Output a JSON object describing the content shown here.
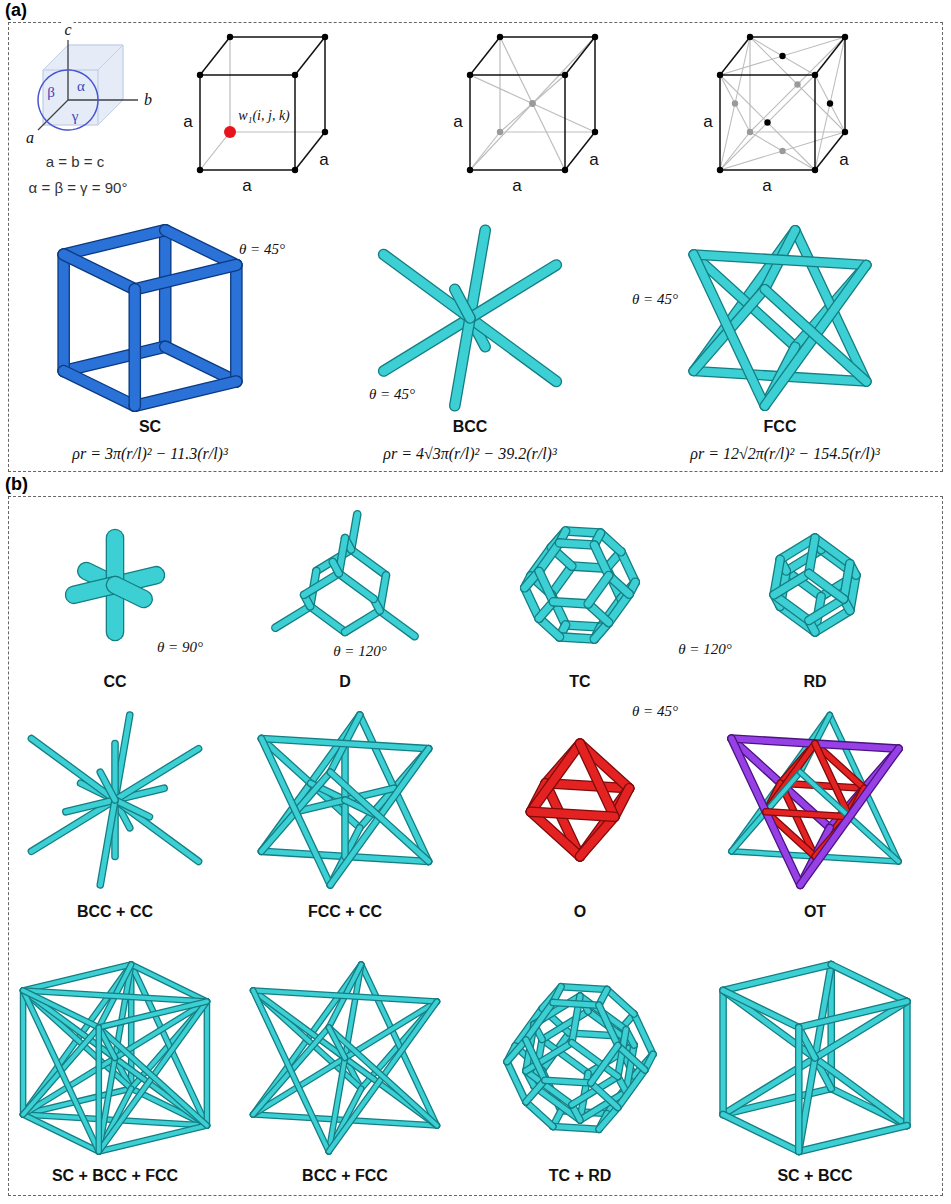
{
  "diagram": {
    "nodes": [
      {
        "text": [
          "(a)"
        ]
      },
      {
        "text": [
          "(b)"
        ]
      }
    ],
    "labels": [
      "c",
      "b",
      "a",
      "β",
      "α",
      "γ",
      "a = b = c",
      "α = β = γ = 90°",
      "a",
      "w₁(i, j, k)",
      "a",
      "a",
      "a",
      "a",
      "a",
      "a",
      "a",
      "a",
      "θ = 45°",
      "θ = 45°",
      "θ = 45°",
      "SC",
      "BCC",
      "FCC",
      "ρr = 3π(r/l)² − 11.3(r/l)³",
      "ρr = 4√3π(r/l)² − 39.2(r/l)³",
      "ρr = 12√2π(r/l)² − 154.5(r/l)³",
      "θ = 90°",
      "CC",
      "θ = 120°",
      "D",
      "TC",
      "θ = 120°",
      "RD",
      "BCC + CC",
      "FCC + CC",
      "θ = 45°",
      "O",
      "OT",
      "SC + BCC + FCC",
      "BCC + FCC",
      "TC + RD",
      "SC + BCC"
    ]
  }
}
